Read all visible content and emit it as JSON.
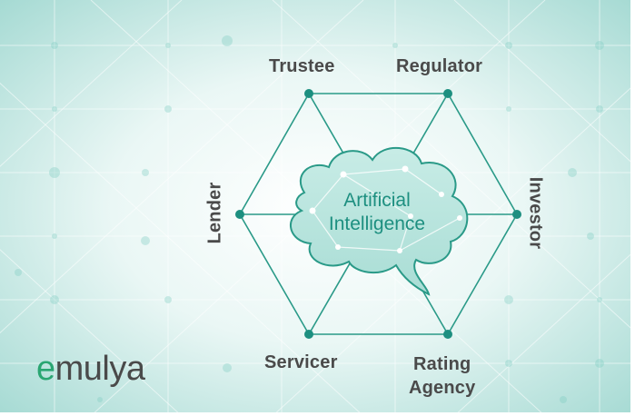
{
  "diagram": {
    "nodes": {
      "trustee": "Trustee",
      "regulator": "Regulator",
      "investor": "Investor",
      "rating_agency_line1": "Rating",
      "rating_agency_line2": "Agency",
      "servicer": "Servicer",
      "lender": "Lender"
    },
    "center": {
      "line1": "Artificial",
      "line2": "Intelligence"
    },
    "logo": {
      "first_letter": "e",
      "rest": "mulya"
    }
  },
  "colors": {
    "accent": "#1d8f80",
    "line": "#2a9a88",
    "text": "#4a4a4a",
    "logo_green": "#2aa672",
    "cloud_fill": "#b9e6df",
    "bg_center": "#ffffff",
    "bg_edge": "#a8dcd6"
  }
}
